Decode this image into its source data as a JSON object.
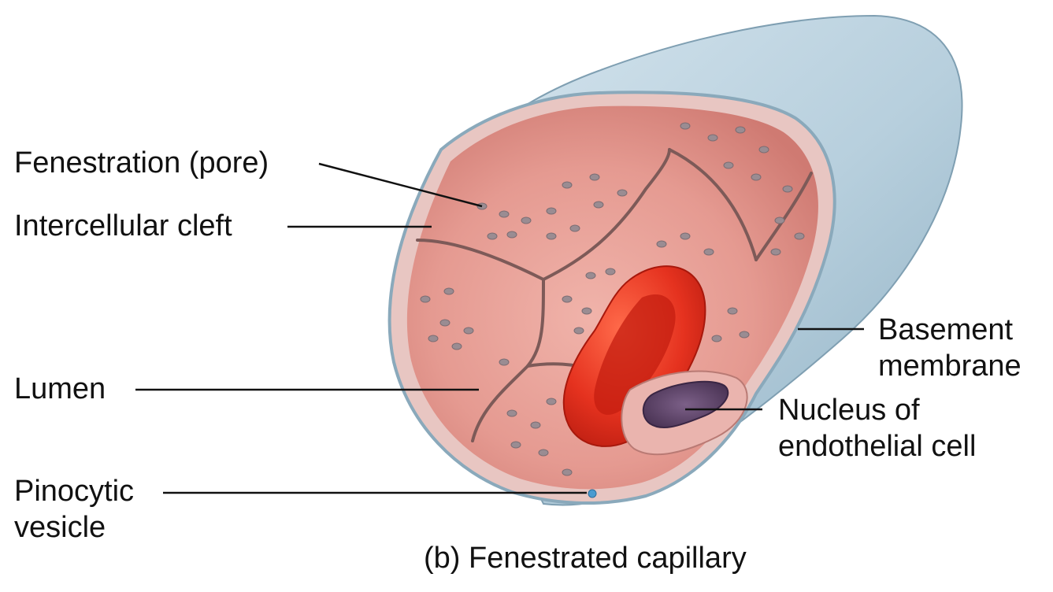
{
  "labels": {
    "fenestration": "Fenestration (pore)",
    "intercellular_cleft": "Intercellular cleft",
    "lumen": "Lumen",
    "pinocytic_line1": "Pinocytic",
    "pinocytic_line2": "vesicle",
    "basement_line1": "Basement",
    "basement_line2": "membrane",
    "nucleus_line1": "Nucleus of",
    "nucleus_line2": "endothelial cell"
  },
  "caption": "(b) Fenestrated capillary",
  "colors": {
    "vessel_outer": "#b7cfdd",
    "vessel_shade": "#8fb0c3",
    "lumen_wall": "#e59a91",
    "lumen_deep": "#d4766f",
    "cell_border": "#7d5a58",
    "pore": "#9a8c92",
    "rbc": "#e5321f",
    "rbc_center": "#c41d10",
    "nucleus": "#5d4467",
    "leader_line": "#111111"
  }
}
